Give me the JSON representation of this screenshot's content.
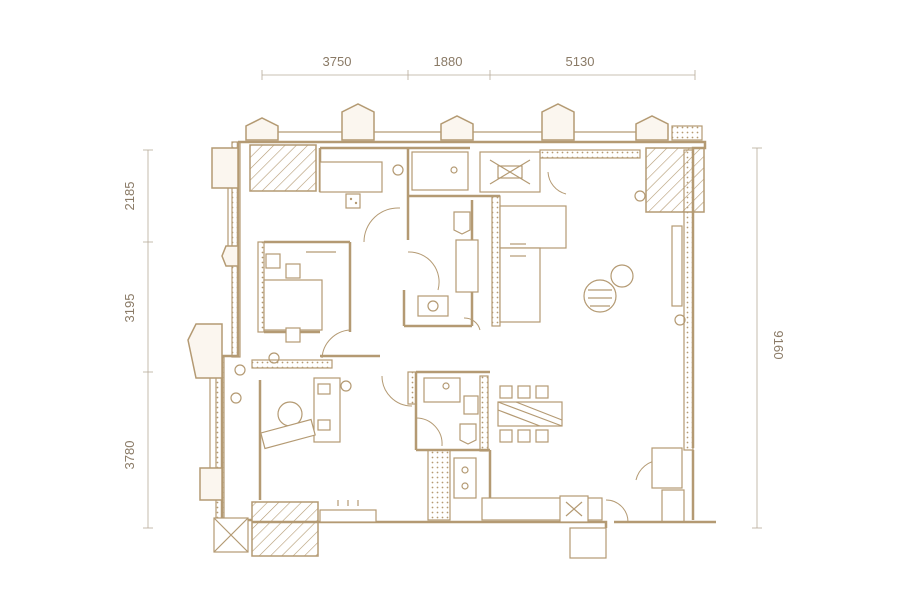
{
  "plan": {
    "dimensions": {
      "top": [
        "3750",
        "1880",
        "5130"
      ],
      "left": [
        "2185",
        "3195",
        "3780"
      ],
      "right": "9160"
    },
    "colors": {
      "line": "#b49a73",
      "text": "#8a7a66",
      "background": "#ffffff"
    }
  }
}
